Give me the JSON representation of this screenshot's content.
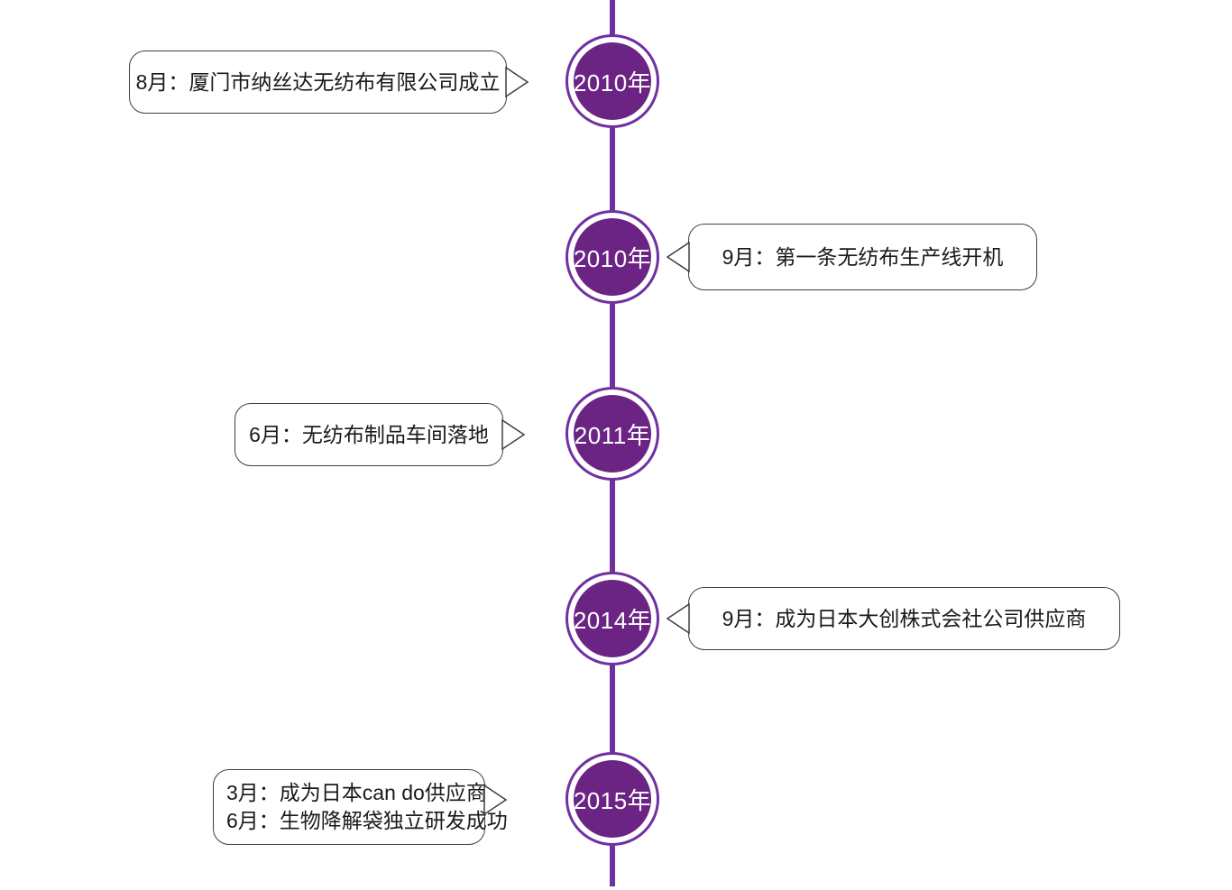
{
  "timeline": {
    "orientation": "vertical",
    "events": [
      {
        "year": "2010年",
        "side": "left",
        "lines": [
          "8月：厦门市纳丝达无纺布有限公司成立"
        ]
      },
      {
        "year": "2010年",
        "side": "right",
        "lines": [
          "9月：第一条无纺布生产线开机"
        ]
      },
      {
        "year": "2011年",
        "side": "left",
        "lines": [
          "6月：无纺布制品车间落地"
        ]
      },
      {
        "year": "2014年",
        "side": "right",
        "lines": [
          "9月：成为日本大创株式会社公司供应商"
        ]
      },
      {
        "year": "2015年",
        "side": "left",
        "lines": [
          "3月：成为日本can do供应商",
          "6月：生物降解袋独立研发成功"
        ]
      }
    ]
  },
  "colors": {
    "node_fill": "#6B2483",
    "node_ring": "#7030A0",
    "axis_line": "#7030A0",
    "callout_border": "#3F3F3F",
    "callout_text": "#1A1A1A",
    "year_text": "#FFFFFF"
  }
}
